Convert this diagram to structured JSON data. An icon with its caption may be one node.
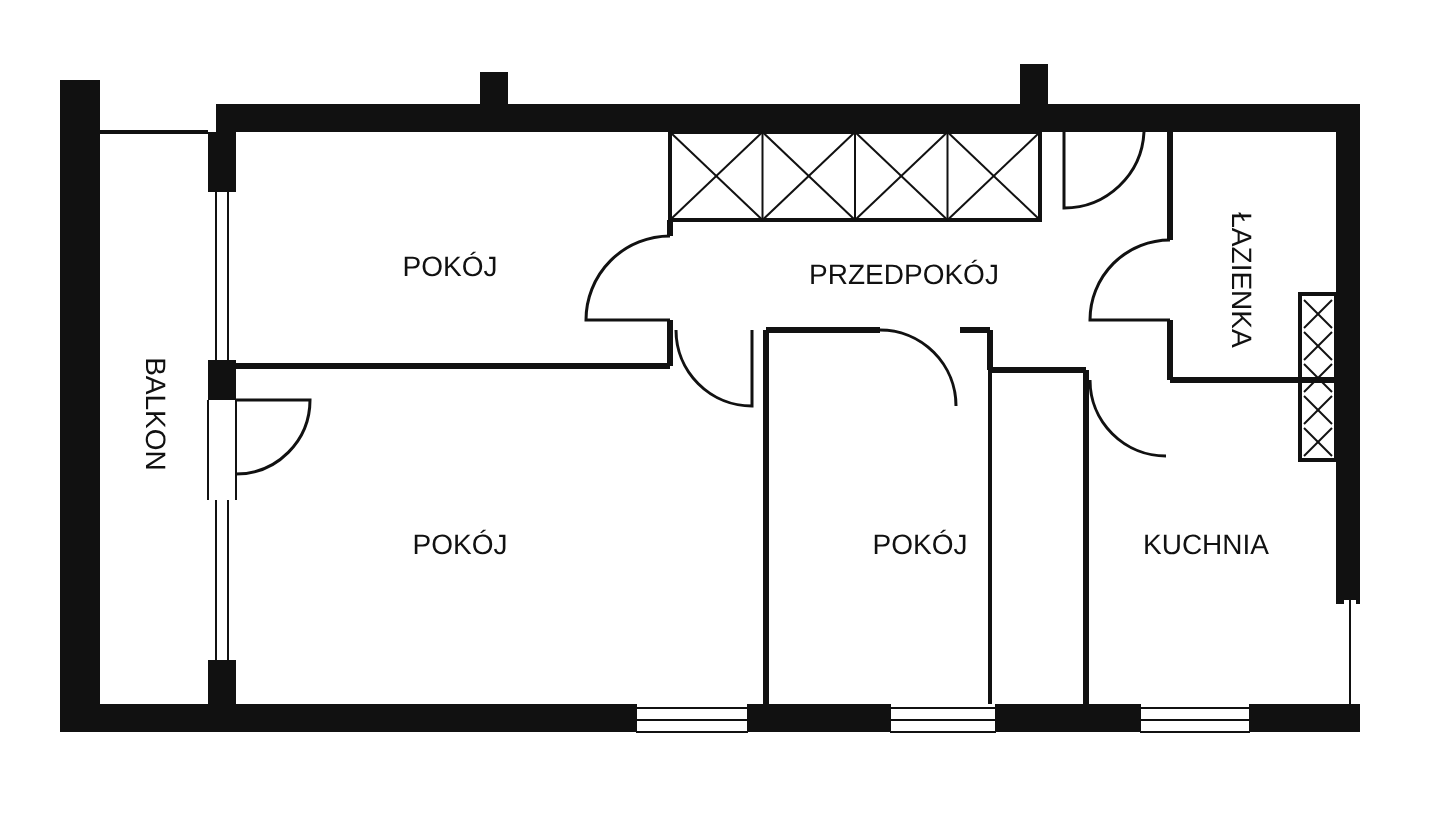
{
  "diagram": {
    "labels": [
      "POKÓJ",
      "PRZEDPOKÓJ",
      "ŁAZIENKA",
      "BALKON",
      "POKÓJ",
      "POKÓJ",
      "KUCHNIA"
    ]
  }
}
